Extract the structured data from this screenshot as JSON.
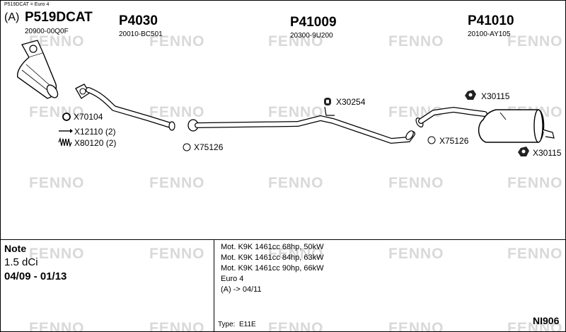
{
  "header_note": "P519DCAT = Euro 4",
  "parts": {
    "p1": {
      "prefix": "(A)",
      "number": "P519DCAT",
      "oem": "20900-00Q0F"
    },
    "p2": {
      "number": "P4030",
      "oem": "20010-BC501"
    },
    "p3": {
      "number": "P41009",
      "oem": "20300-9U200"
    },
    "p4": {
      "number": "P41010",
      "oem": "20100-AY105"
    }
  },
  "accessories": {
    "x70104": "X70104",
    "x12110": "X12110 (2)",
    "x80120": "X80120 (2)",
    "x75126_a": "X75126",
    "x30254": "X30254",
    "x30115_a": "X30115",
    "x75126_b": "X75126",
    "x30115_b": "X30115"
  },
  "note": {
    "title": "Note",
    "engine": "1.5 dCi",
    "dates": "04/09 - 01/13"
  },
  "motor_lines": [
    "Mot. K9K 1461cc 68hp, 50kW",
    "Mot. K9K 1461cc 84hp, 63kW",
    "Mot. K9K 1461cc 90hp, 66kW",
    "Euro 4",
    "(A) -> 04/11"
  ],
  "type_label": "Type:",
  "type_value": "E11E",
  "diagram_code": "NI906",
  "watermark": "FENNO"
}
